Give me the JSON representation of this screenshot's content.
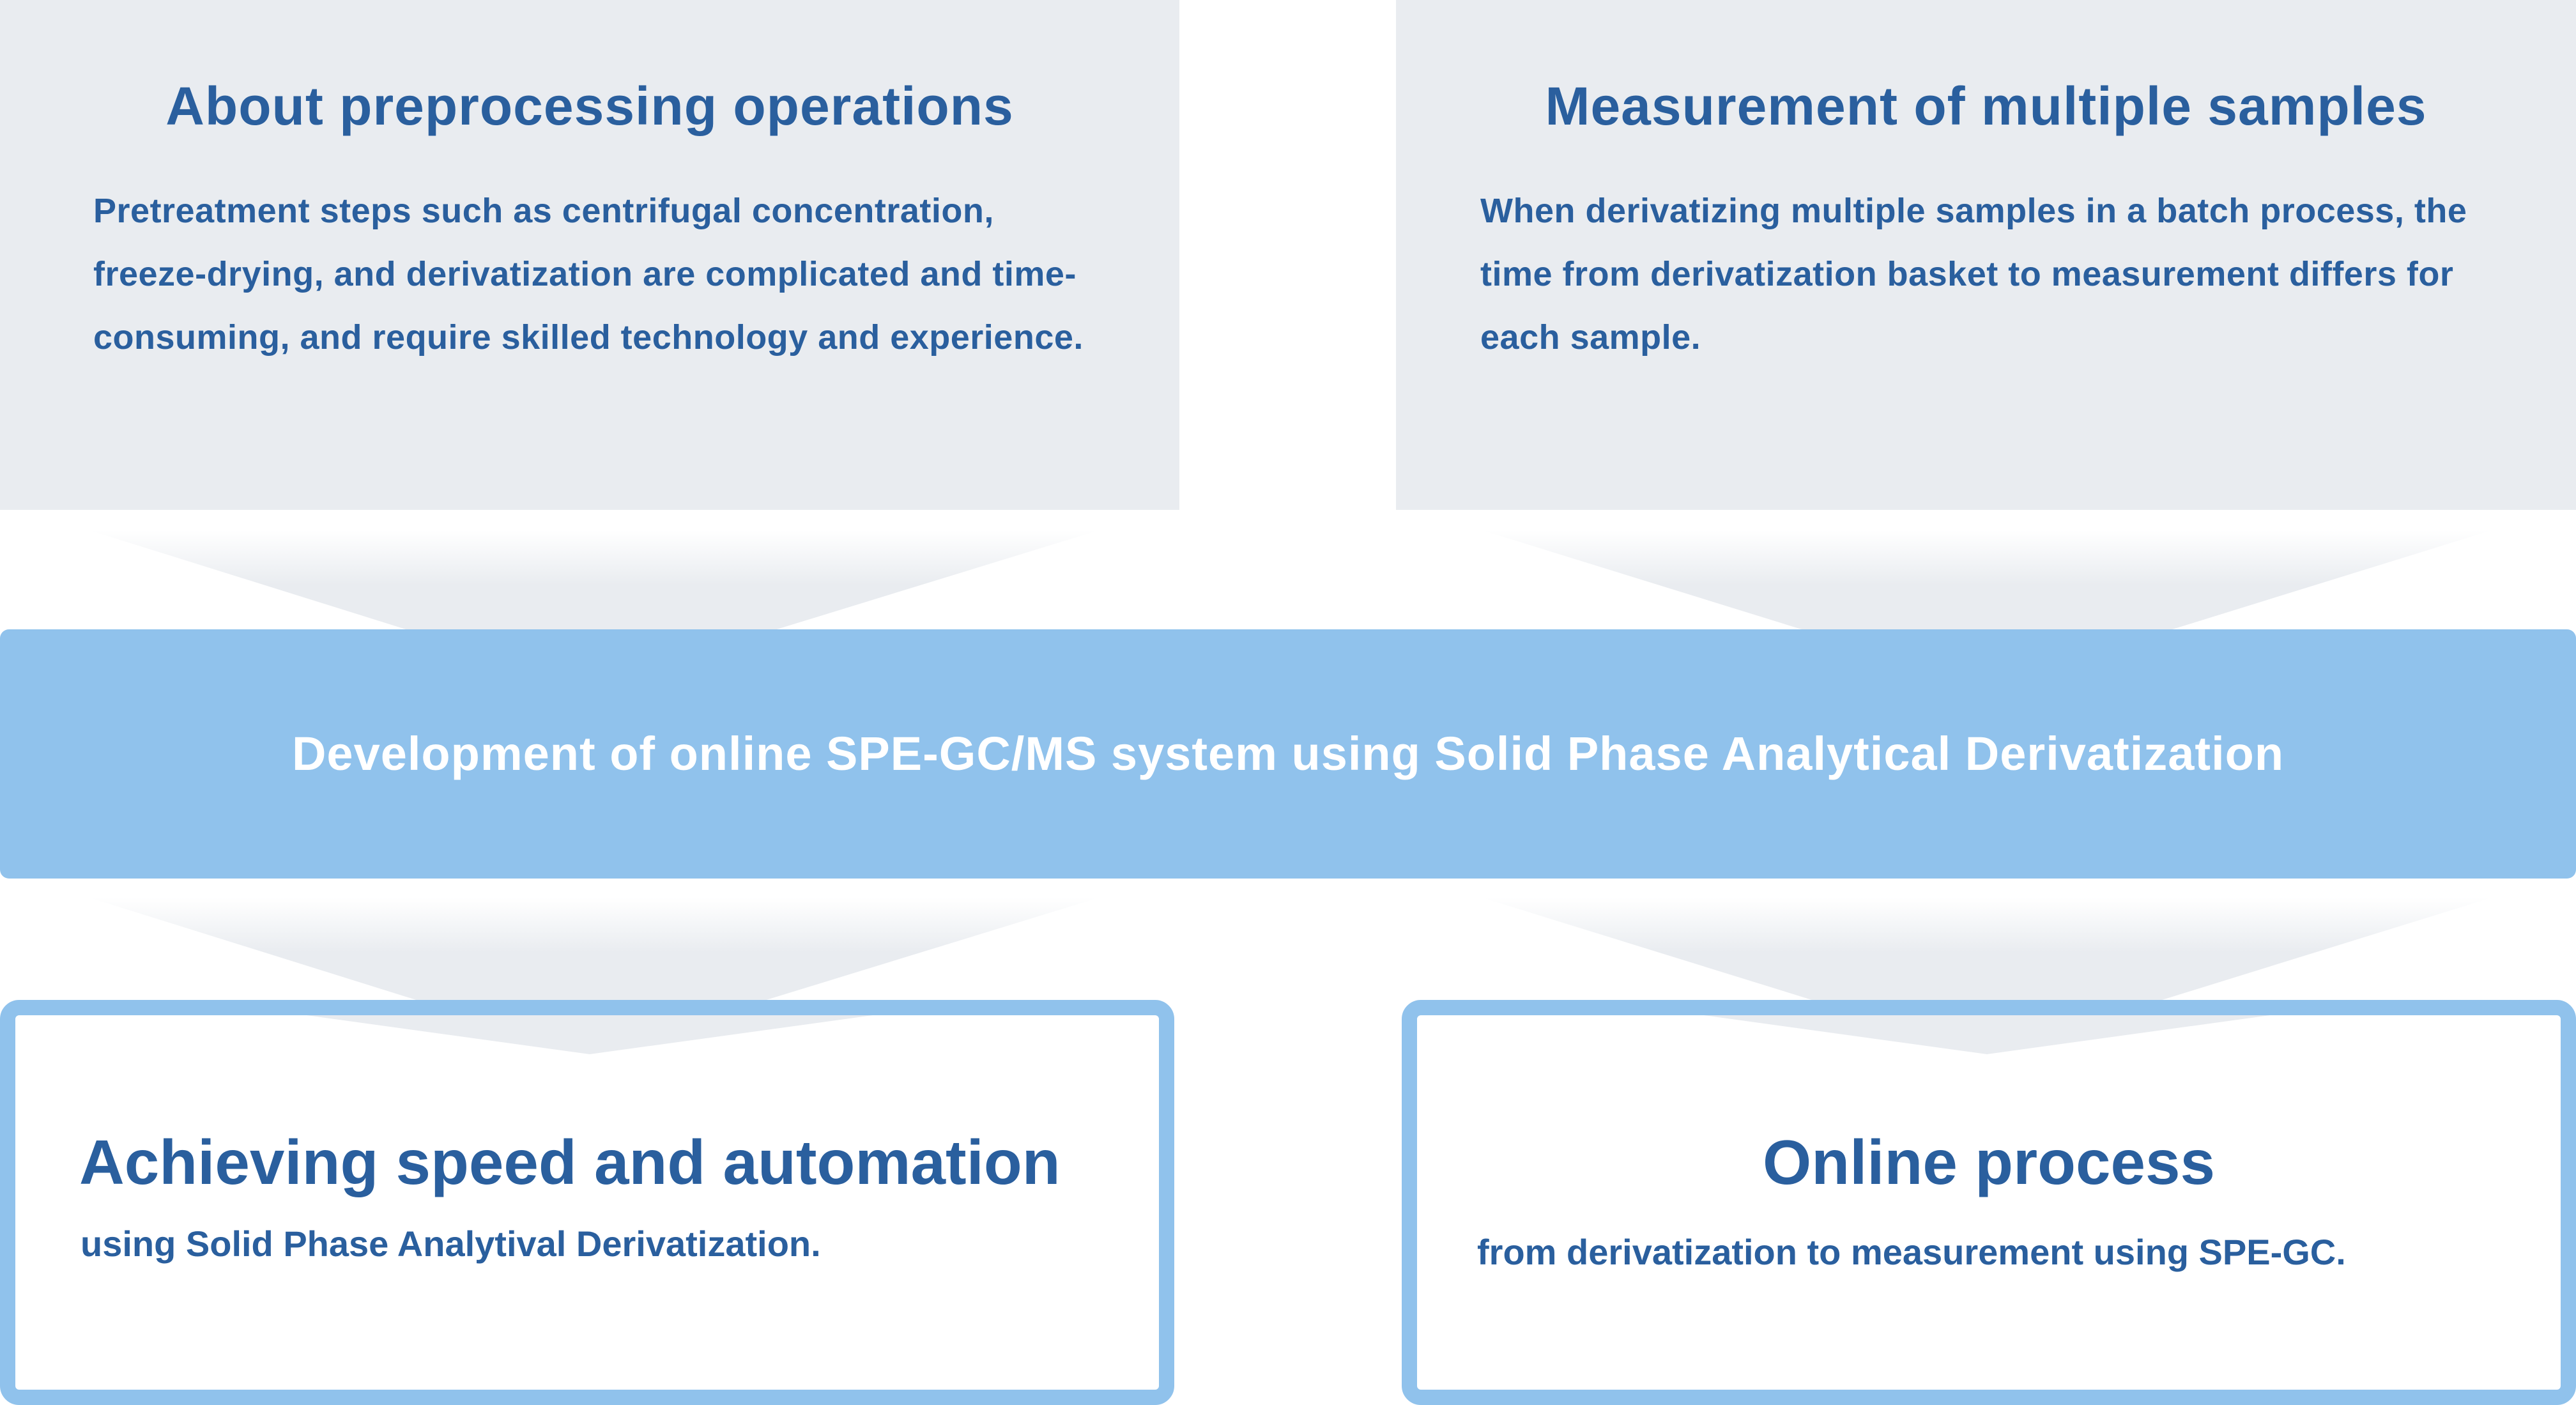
{
  "problems": [
    {
      "title": "About preprocessing operations",
      "lines": [
        "Pretreatment steps such as centrifugal concentration,",
        "freeze-drying, and derivatization are complicated and time-",
        "consuming, and require skilled technology and experience."
      ]
    },
    {
      "title": "Measurement of multiple samples",
      "lines": [
        "When derivatizing multiple samples in a batch process, the",
        "time from derivatization basket to measurement differs for",
        "each sample."
      ]
    }
  ],
  "banner": {
    "text": "Development of online SPE-GC/MS system using Solid Phase Analytical Derivatization"
  },
  "results": [
    {
      "title": "Achieving speed and automation",
      "text": "using Solid Phase Analytival Derivatization."
    },
    {
      "title": "Online process",
      "text": "from derivatization to measurement using SPE-GC."
    }
  ],
  "colors": {
    "problem_bg": "#e9ecf0",
    "accent_blue": "#90c2ec",
    "text_blue": "#2a5f9e",
    "banner_text": "#ffffff"
  }
}
